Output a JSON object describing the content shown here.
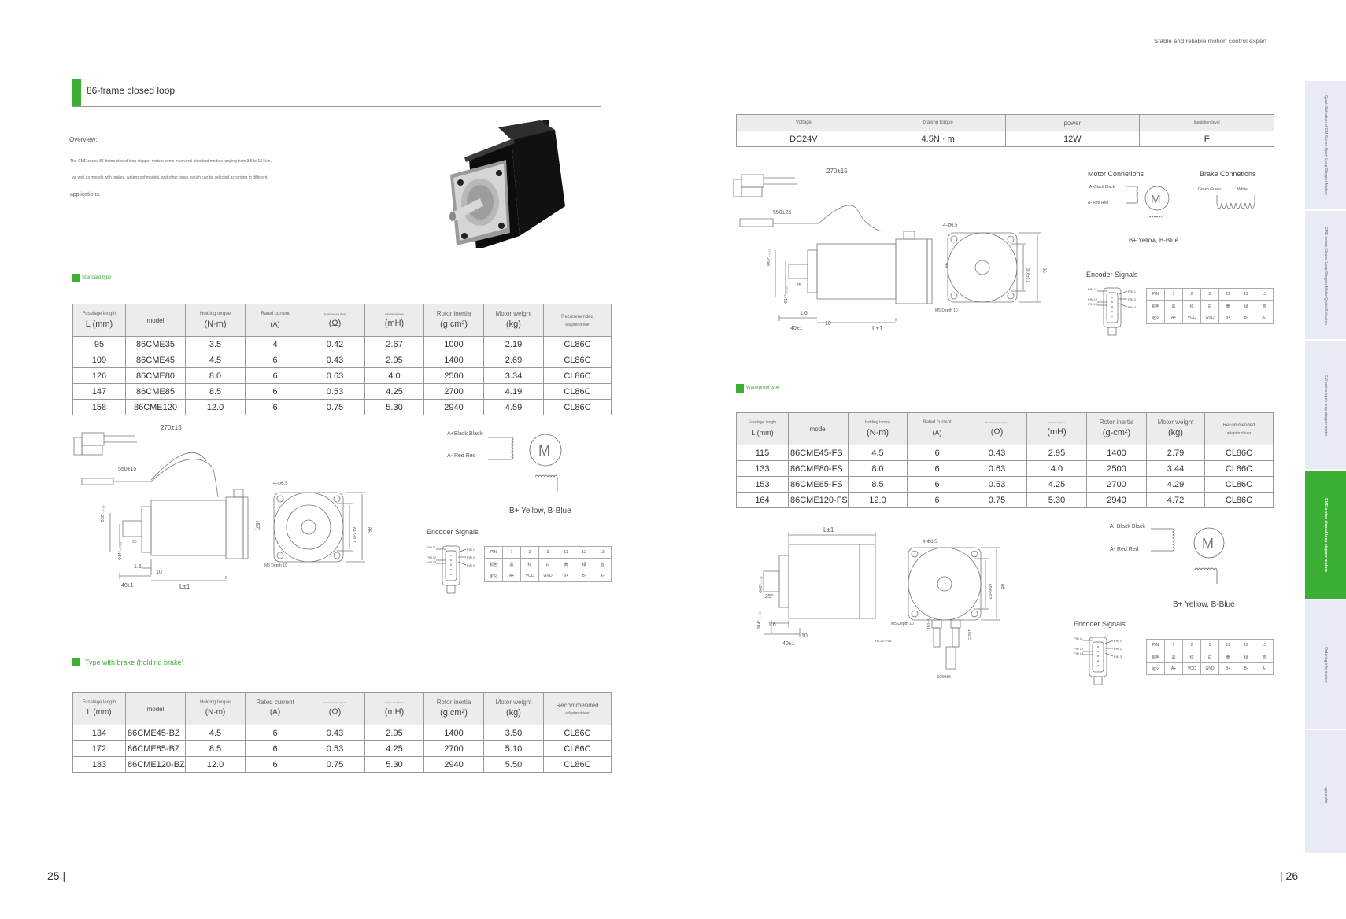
{
  "header": {
    "tagline": "Stable and reliable motion control expert"
  },
  "pages": {
    "left": "25 |",
    "right": "| 26"
  },
  "section": {
    "title": "86-frame closed loop",
    "overview_label": "Overview:",
    "overview_lines": [
      "The CME series 86-frame closed-loop stepper motors come in several standard models ranging from 3.5 to 12 N.m,",
      "as well as models with brakes, waterproof models, and other types, which can be selected according to different",
      "applications."
    ]
  },
  "standard": {
    "label": "Standard type",
    "headers": [
      {
        "top": "Fuselage length",
        "bottom": "L (mm)"
      },
      {
        "top": "",
        "bottom": "model"
      },
      {
        "top": "Holding torque",
        "bottom": "(N·m)"
      },
      {
        "top": "Rated current",
        "bottom": "(A)"
      },
      {
        "top": "Resistance per phase",
        "bottom": "(Ω)"
      },
      {
        "top": "Inductance/phase",
        "bottom": "(mH)"
      },
      {
        "top": "Rotor inertia",
        "bottom": "(g.cm²)"
      },
      {
        "top": "Motor weight",
        "bottom": "(kg)"
      },
      {
        "top": "Recommended",
        "bottom": "adapter driver"
      }
    ],
    "rows": [
      [
        "95",
        "86CME35",
        "3.5",
        "4",
        "0.42",
        "2.67",
        "1000",
        "2.19",
        "CL86C"
      ],
      [
        "109",
        "86CME45",
        "4.5",
        "6",
        "0.43",
        "2.95",
        "1400",
        "2.69",
        "CL86C"
      ],
      [
        "126",
        "86CME80",
        "8.0",
        "6",
        "0.63",
        "4.0",
        "2500",
        "3.34",
        "CL86C"
      ],
      [
        "147",
        "86CME85",
        "8.5",
        "6",
        "0.53",
        "4.25",
        "2700",
        "4.19",
        "CL86C"
      ],
      [
        "158",
        "86CME120",
        "12.0",
        "6",
        "0.75",
        "5.30",
        "2940",
        "4.59",
        "CL86C"
      ]
    ]
  },
  "brake_type": {
    "label": "Type with brake (holding brake)",
    "headers": [
      {
        "top": "Fuselage length",
        "bottom": "L (mm)"
      },
      {
        "top": "",
        "bottom": "model"
      },
      {
        "top": "Holding torque",
        "bottom": "(N·m)"
      },
      {
        "top": "Rated current",
        "bottom": "(A)"
      },
      {
        "top": "Resistance per phase",
        "bottom": "(Ω)"
      },
      {
        "top": "Inductance/phase",
        "bottom": "(mH)"
      },
      {
        "top": "Rotor inertia",
        "bottom": "(g.cm²)"
      },
      {
        "top": "Motor weight",
        "bottom": "(kg)"
      },
      {
        "top": "Recommended",
        "bottom": "adapter driver"
      }
    ],
    "rows": [
      [
        "134",
        "86CME45-BZ",
        "4.5",
        "6",
        "0.43",
        "2.95",
        "1400",
        "3.50",
        "CL86C"
      ],
      [
        "172",
        "86CME85-BZ",
        "8.5",
        "6",
        "0.53",
        "4.25",
        "2700",
        "5.10",
        "CL86C"
      ],
      [
        "183",
        "86CME120-BZ",
        "12.0",
        "6",
        "0.75",
        "5.30",
        "2940",
        "5.50",
        "CL86C"
      ]
    ]
  },
  "brake_specs": {
    "headers": [
      "Voltage",
      "braking torque",
      "power",
      "Insulation level"
    ],
    "values": [
      "DC24V",
      "4.5N · m",
      "12W",
      "F"
    ]
  },
  "waterproof": {
    "label": "Waterproof type",
    "headers": [
      {
        "top": "Fuselage length",
        "bottom": "L (mm)"
      },
      {
        "top": "",
        "bottom": "model"
      },
      {
        "top": "Holding torque",
        "bottom": "(N·m)"
      },
      {
        "top": "Rated current",
        "bottom": "(A)"
      },
      {
        "top": "Resistance per phase",
        "bottom": "(Ω)"
      },
      {
        "top": "Inductance/phase",
        "bottom": "(mH)"
      },
      {
        "top": "Rotor inertia",
        "bottom": "(g-cm²)"
      },
      {
        "top": "Motor weight",
        "bottom": "(kg)"
      },
      {
        "top": "Recommended",
        "bottom": "adapter driver"
      }
    ],
    "rows": [
      [
        "115",
        "86CME45-FS",
        "4.5",
        "6",
        "0.43",
        "2.95",
        "1400",
        "2.79",
        "CL86C"
      ],
      [
        "133",
        "86CME80-FS",
        "8.0",
        "6",
        "0.63",
        "4.0",
        "2500",
        "3.44",
        "CL86C"
      ],
      [
        "153",
        "86CME85-FS",
        "8.5",
        "6",
        "0.53",
        "4.25",
        "2700",
        "4.29",
        "CL86C"
      ],
      [
        "164",
        "86CME120-FS",
        "12.0",
        "6",
        "0.75",
        "5.30",
        "2940",
        "4.72",
        "CL86C"
      ]
    ]
  },
  "connections": {
    "motor_title": "Motor Connetions",
    "brake_title": "Brake Connetions",
    "a_plus": "A+Black Black",
    "a_minus": "A- Red Red",
    "b_colors": "B+ Yellow, B-Blue",
    "motor_symbol": "M",
    "brake_green": "Green Green",
    "brake_white": "White",
    "encoder_title": "Encoder Signals",
    "pin_labels": [
      "PIN 1",
      "PIN 2",
      "PIN 3"
    ],
    "connector_pins": [
      "PIN 11",
      "PIN 12",
      "PIN 13"
    ],
    "pin_table": [
      [
        "PIN",
        "1",
        "2",
        "3",
        "11",
        "12",
        "13"
      ],
      [
        "颜色",
        "黑",
        "红",
        "白",
        "黄",
        "绿",
        "蓝"
      ],
      [
        "定义",
        "A+",
        "VCC",
        "GND",
        "B+",
        "B-",
        "A-"
      ]
    ]
  },
  "drawing": {
    "d_270": "270±15",
    "d_550": "550±15",
    "d_550b": "550±25",
    "d_l": "L±1",
    "d_40": "40±1",
    "d_10": "10",
    "d_16": "1.6",
    "d_25": "25",
    "d_25b": "25⁰",
    "d_holes": "4-Φ6.5",
    "d_m5": "M5 Depth 10",
    "d_86": "86",
    "d_69": "69.6±0.2",
    "d_67": "(67)",
    "d_60": "Φ60⁰₋₀.₀₅",
    "d_14": "Φ14⁰₋₀.₀₁₈",
    "d_98": "98",
    "d_150": "150±5",
    "d_tube": "Φ200±5",
    "d_hj": "HJ-26·4·6A"
  },
  "side_nav": [
    "Quick Selection of CM Series Open-Loop Stepper Motors",
    "CME series Closed-Loop Stepper Motor Quick Selection",
    "CM series open-loop stepper motor",
    "CME series closed-loop stepper motors",
    "Ordering information",
    "appendix"
  ],
  "colors": {
    "accent": "#3cb034",
    "table_header": "#ececec",
    "nav_bg": "#e8ebf5"
  }
}
